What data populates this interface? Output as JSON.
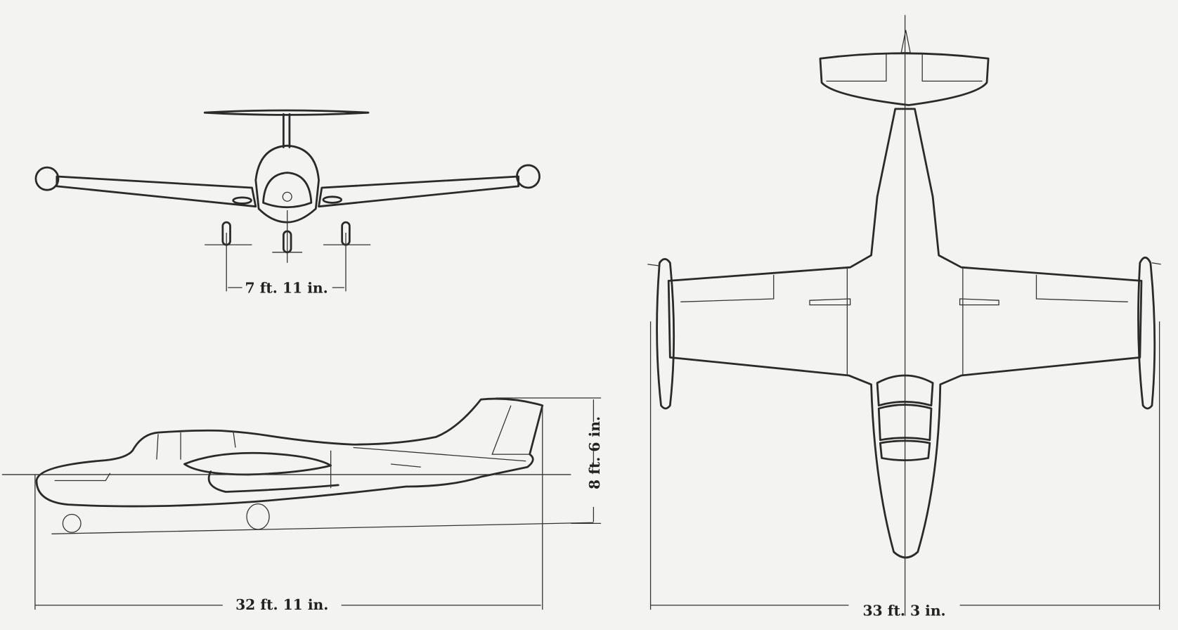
{
  "dimensions": {
    "track": "7 ft.  11 in.",
    "height": "8 ft.  6 in.",
    "length": "32 ft.  11 in.",
    "span": "33 ft.  3 in."
  },
  "views": [
    "front-view",
    "side-view",
    "top-view"
  ],
  "colors": {
    "paper": "#f3f3f1",
    "ink": "#2a2a2a"
  }
}
